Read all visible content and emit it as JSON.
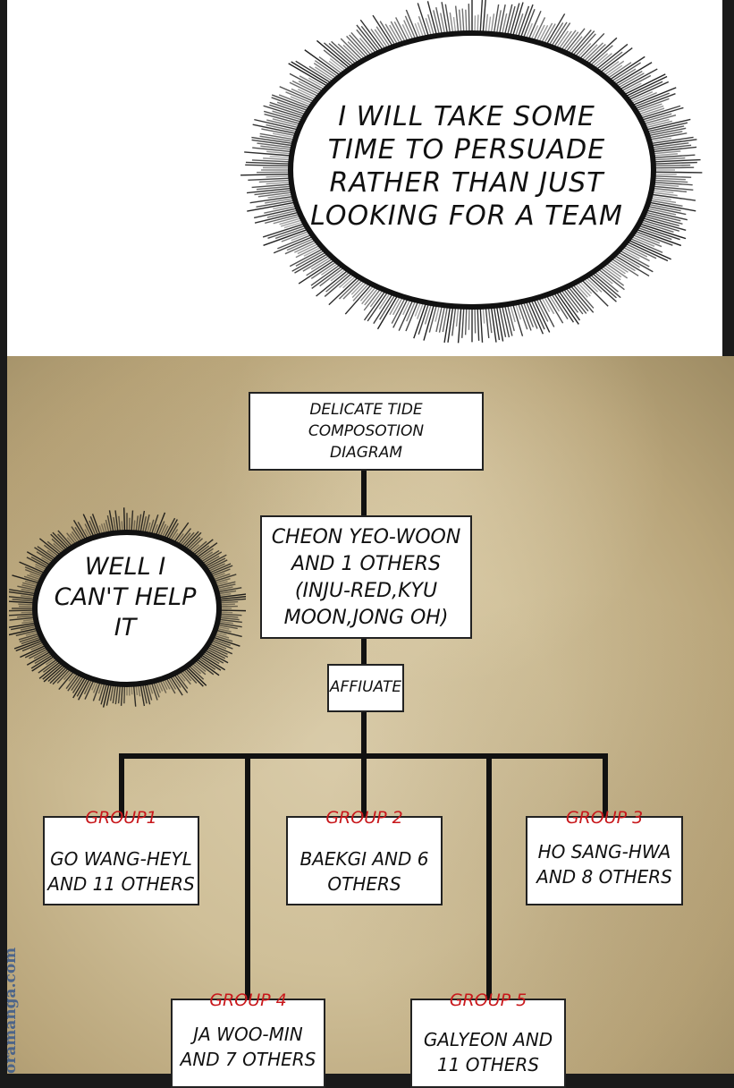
{
  "speech_top": "I WILL TAKE SOME\nTIME TO PERSUADE\nRATHER THAN JUST\nLOOKING FOR A TEAM",
  "speech_side": "WELL I\nCAN'T HELP\nIT",
  "diagram": {
    "title": [
      "DELICATE TIDE",
      "COMPOSOTION",
      "DIAGRAM"
    ],
    "leader": [
      "CHEON YEO-WOON",
      "AND 1 OTHERS",
      "(INJU-RED,KYU",
      "MOON,JONG OH)"
    ],
    "affiliate": "AFFIUATE",
    "groups": [
      {
        "head": "GROUP1",
        "body": [
          "GO WANG-HEYL",
          "AND 11 OTHERS"
        ]
      },
      {
        "head": "GROUP 2",
        "body": [
          "BAEKGI AND 6",
          "OTHERS"
        ]
      },
      {
        "head": "GROUP 3",
        "body": [
          "HO SANG-HWA",
          "AND 8 OTHERS"
        ]
      },
      {
        "head": "GROUP 4",
        "body": [
          "JA WOO-MIN",
          "AND 7 OTHERS"
        ]
      },
      {
        "head": "GROUP 5",
        "body": [
          "GALYEON AND",
          "11 OTHERS"
        ]
      }
    ]
  },
  "watermark": "oramanga.com",
  "colors": {
    "group_head": "#c8171b",
    "parchment": "#cfbf98"
  }
}
